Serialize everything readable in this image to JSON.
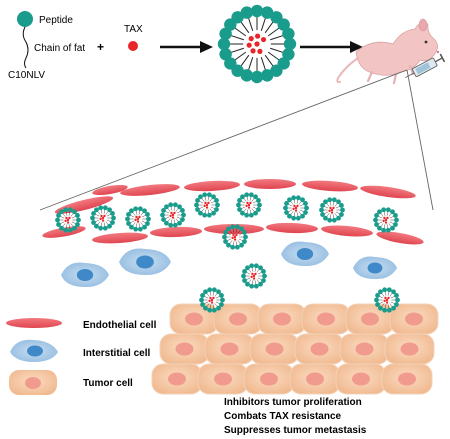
{
  "top": {
    "peptide_label": "Peptide",
    "fat_label": "Chain of fat",
    "molecule_label": "C10NLV",
    "plus": "+",
    "drug_label": "TAX"
  },
  "legend": {
    "endothelial": "Endothelial cell",
    "interstitial": "Interstitial cell",
    "tumor": "Tumor cell"
  },
  "effects": [
    "Inhibitors tumor proliferation",
    "Combats TAX resistance",
    "Suppresses tumor metastasis"
  ],
  "colors": {
    "peptide": "#1a9c8c",
    "drug": "#e8262a",
    "endothelial": "#e8515a",
    "interstitial_body": "#a9cbe8",
    "interstitial_nucleus": "#3f89c8",
    "tumor_body": "#f5c7a4",
    "tumor_nucleus": "#f09b8e",
    "arrow": "#111111",
    "mouse": "#f2c4c4"
  }
}
